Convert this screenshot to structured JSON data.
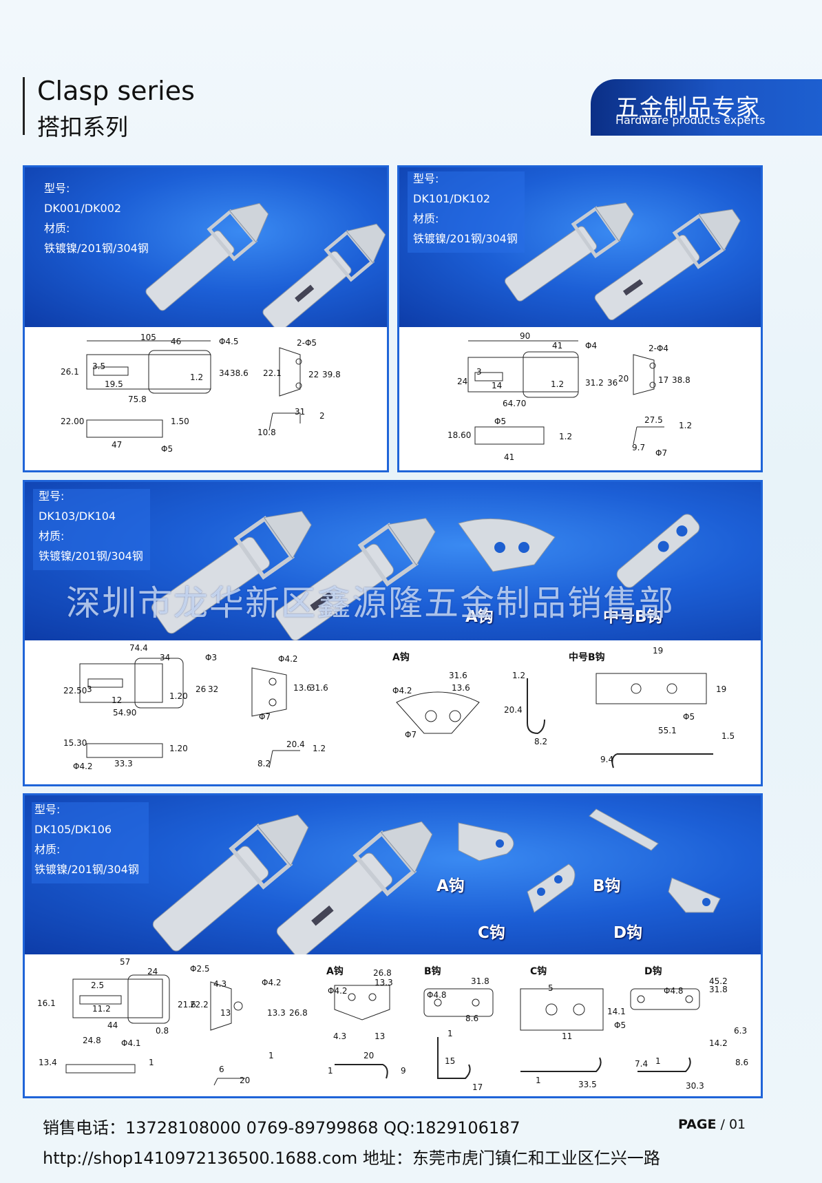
{
  "header": {
    "title_en": "Clasp series",
    "title_cn": "搭扣系列",
    "brand_cn": "五金制品专家",
    "brand_en": "Hardware products experts"
  },
  "panels": [
    {
      "model_label": "型号:",
      "model": "DK001/DK002",
      "material_label": "材质:",
      "material": "铁镀镍/201钢/304钢",
      "dims": [
        "105",
        "46",
        "Φ4.5",
        "2-Φ5",
        "26.1",
        "3.5",
        "19.5",
        "1.2",
        "38.6",
        "34",
        "22.1",
        "22",
        "39.8",
        "75.8",
        "31",
        "2",
        "22.00",
        "1.50",
        "10.8",
        "47",
        "Φ5"
      ]
    },
    {
      "model_label": "型号:",
      "model": "DK101/DK102",
      "material_label": "材质:",
      "material": "铁镀镍/201钢/304钢",
      "dims": [
        "90",
        "41",
        "Φ4",
        "2-Φ4",
        "24",
        "3",
        "14",
        "1.2",
        "31.2",
        "36",
        "20",
        "17",
        "38.8",
        "64.70",
        "27.5",
        "1.2",
        "Φ5",
        "18.60",
        "1.2",
        "41",
        "9.7",
        "Φ7"
      ]
    },
    {
      "model_label": "型号:",
      "model": "DK103/DK104",
      "material_label": "材质:",
      "material": "铁镀镍/201钢/304钢",
      "hook_a": "A钩",
      "hook_b": "中号B钩",
      "dims": [
        "74.4",
        "34",
        "Φ3",
        "22.50",
        "3",
        "12",
        "1.20",
        "26",
        "32",
        "54.90",
        "Φ4.2",
        "13.6",
        "31.6",
        "Φ7",
        "15.30",
        "1.20",
        "Φ4.2",
        "33.3",
        "20.4",
        "1.2",
        "8.2"
      ],
      "hook_a_dims": [
        "31.6",
        "1.2",
        "13.6",
        "Φ4.2",
        "20.4",
        "Φ7",
        "8.2"
      ],
      "hook_b_dims": [
        "19",
        "19",
        "Φ5",
        "55.1",
        "1.5",
        "9.4"
      ]
    },
    {
      "model_label": "型号:",
      "model": "DK105/DK106",
      "material_label": "材质:",
      "material": "铁镀镍/201钢/304钢",
      "hooks": [
        "A钩",
        "B钩",
        "C钩",
        "D钩"
      ],
      "dims": [
        "57",
        "24",
        "Φ2.5",
        "2.5",
        "16.1",
        "11.2",
        "44",
        "21.6",
        "22.2",
        "0.8",
        "4.3",
        "Φ4.2",
        "13",
        "13.3",
        "26.8",
        "24.8",
        "Φ4.1",
        "13.4",
        "1",
        "6",
        "20",
        "1"
      ],
      "a_dims": [
        "26.8",
        "13.3",
        "Φ4.2",
        "4.3",
        "13",
        "20",
        "1",
        "9"
      ],
      "b_dims": [
        "31.8",
        "Φ4.8",
        "8.6",
        "1",
        "15",
        "17"
      ],
      "c_dims": [
        "5",
        "14.1",
        "Φ5",
        "11",
        "33.5",
        "7.4",
        "1"
      ],
      "d_dims": [
        "45.2",
        "31.8",
        "Φ4.8",
        "6.3",
        "14.2",
        "8.6",
        "1",
        "30.3"
      ]
    }
  ],
  "watermark": "深圳市龙华新区鑫源隆五金制品销售部",
  "footer": {
    "phone": "销售电话：13728108000  0769-89799868   QQ:1829106187",
    "url_address": "http://shop1410972136500.1688.com   地址：东莞市虎门镇仁和工业区仁兴一路",
    "page_label": "PAGE",
    "page_num": "/ 01"
  },
  "colors": {
    "panel_border": "#1f64d8",
    "photo_bg": "#1c5fd6",
    "brand_bg": "#0b2f86"
  }
}
